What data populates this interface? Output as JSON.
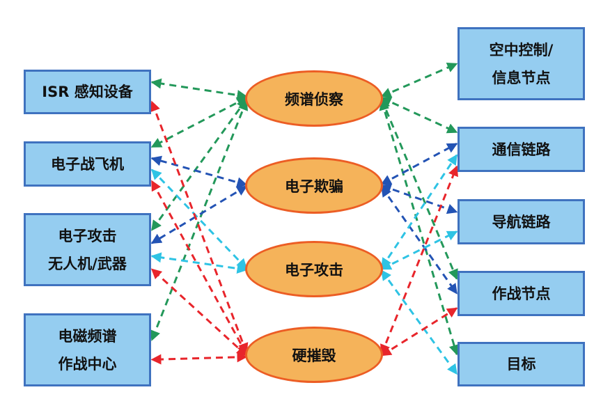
{
  "colors": {
    "box_fill": "#95cdf0",
    "box_border": "#3f72bf",
    "ellipse_fill": "#f5b35a",
    "ellipse_border": "#ec5d24",
    "recon": "#23985a",
    "deception": "#2353b4",
    "attack": "#2ec3e4",
    "hard_kill": "#e8252b"
  },
  "nodes": {
    "isr": {
      "lines": [
        "ISR 感知设备"
      ]
    },
    "ewa": {
      "lines": [
        "电子战飞机"
      ]
    },
    "uav": {
      "lines": [
        "电子攻击",
        "无人机/武器"
      ]
    },
    "emsoc": {
      "lines": [
        "电磁频谱",
        "作战中心"
      ]
    },
    "recon": {
      "lines": [
        "频谱侦察"
      ]
    },
    "deceive": {
      "lines": [
        "电子欺骗"
      ]
    },
    "attack": {
      "lines": [
        "电子攻击"
      ]
    },
    "kill": {
      "lines": [
        "硬摧毁"
      ]
    },
    "ctrl": {
      "lines": [
        "空中控制/",
        "信息节点"
      ]
    },
    "comm": {
      "lines": [
        "通信链路"
      ]
    },
    "nav": {
      "lines": [
        "导航链路"
      ]
    },
    "node": {
      "lines": [
        "作战节点"
      ]
    },
    "target": {
      "lines": [
        "目标"
      ]
    }
  },
  "edges": [
    {
      "from": "recon",
      "to": "isr",
      "color": "recon"
    },
    {
      "from": "recon",
      "to": "ewa",
      "color": "recon"
    },
    {
      "from": "recon",
      "to": "uav",
      "color": "recon"
    },
    {
      "from": "recon",
      "to": "emsoc",
      "color": "recon"
    },
    {
      "from": "recon",
      "to": "ctrl",
      "color": "recon"
    },
    {
      "from": "recon",
      "to": "comm",
      "color": "recon"
    },
    {
      "from": "recon",
      "to": "node",
      "color": "recon"
    },
    {
      "from": "recon",
      "to": "target",
      "color": "recon"
    },
    {
      "from": "deceive",
      "to": "ewa",
      "color": "deception"
    },
    {
      "from": "deceive",
      "to": "uav",
      "color": "deception"
    },
    {
      "from": "deceive",
      "to": "comm",
      "color": "deception"
    },
    {
      "from": "deceive",
      "to": "nav",
      "color": "deception"
    },
    {
      "from": "deceive",
      "to": "node",
      "color": "deception"
    },
    {
      "from": "attack",
      "to": "ewa",
      "color": "attack"
    },
    {
      "from": "attack",
      "to": "uav",
      "color": "attack"
    },
    {
      "from": "attack",
      "to": "comm",
      "color": "attack"
    },
    {
      "from": "attack",
      "to": "nav",
      "color": "attack"
    },
    {
      "from": "attack",
      "to": "target",
      "color": "attack"
    },
    {
      "from": "kill",
      "to": "isr",
      "color": "hard_kill"
    },
    {
      "from": "kill",
      "to": "ewa",
      "color": "hard_kill"
    },
    {
      "from": "kill",
      "to": "uav",
      "color": "hard_kill"
    },
    {
      "from": "kill",
      "to": "emsoc",
      "color": "hard_kill"
    },
    {
      "from": "kill",
      "to": "comm",
      "color": "hard_kill"
    },
    {
      "from": "kill",
      "to": "node",
      "color": "hard_kill"
    }
  ]
}
